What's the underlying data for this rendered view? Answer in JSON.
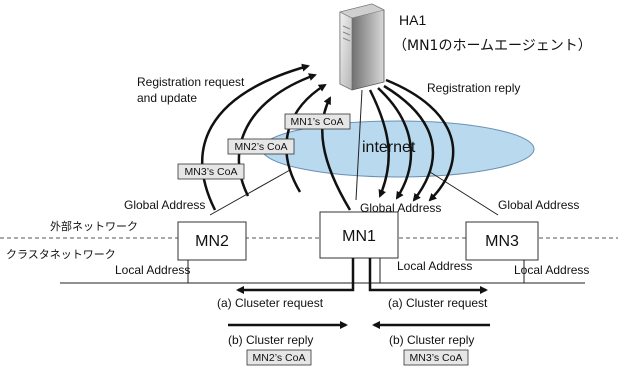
{
  "server": {
    "title": "HA1",
    "subtitle": "（MN1のホームエージェント）"
  },
  "internet_label": "internet",
  "mobile_nodes": [
    {
      "id": "mn2",
      "label": "MN2"
    },
    {
      "id": "mn1",
      "label": "MN1"
    },
    {
      "id": "mn3",
      "label": "MN3"
    }
  ],
  "networks": {
    "external": "外部ネットワーク",
    "cluster": "クラスタネットワーク"
  },
  "address_labels": {
    "global_left": "Global Address",
    "global_center": "Global Address",
    "global_right": "Global Address",
    "local_left": "Local Address",
    "local_center": "Local Address",
    "local_right": "Local Address"
  },
  "flows": {
    "registration_request_line1": "Registration request",
    "registration_request_line2": "and update",
    "registration_reply": "Registration reply",
    "cluster_request_left": "(a) Cluseter request",
    "cluster_request_right": "(a) Cluster request",
    "cluster_reply_left": "(b) Cluster reply",
    "cluster_reply_right": "(b) Cluster reply"
  },
  "coa_boxes": {
    "mn1": "MN1’s CoA",
    "mn2": "MN2’s CoA",
    "mn3": "MN3’s CoA",
    "bottom_left": "MN2’s CoA",
    "bottom_right": "MN3’s CoA"
  },
  "colors": {
    "internet_fill": "#b9d9ee",
    "internet_stroke": "#6b8fb3",
    "coa_fill": "#e6e6e6",
    "arrow": "#111111"
  }
}
